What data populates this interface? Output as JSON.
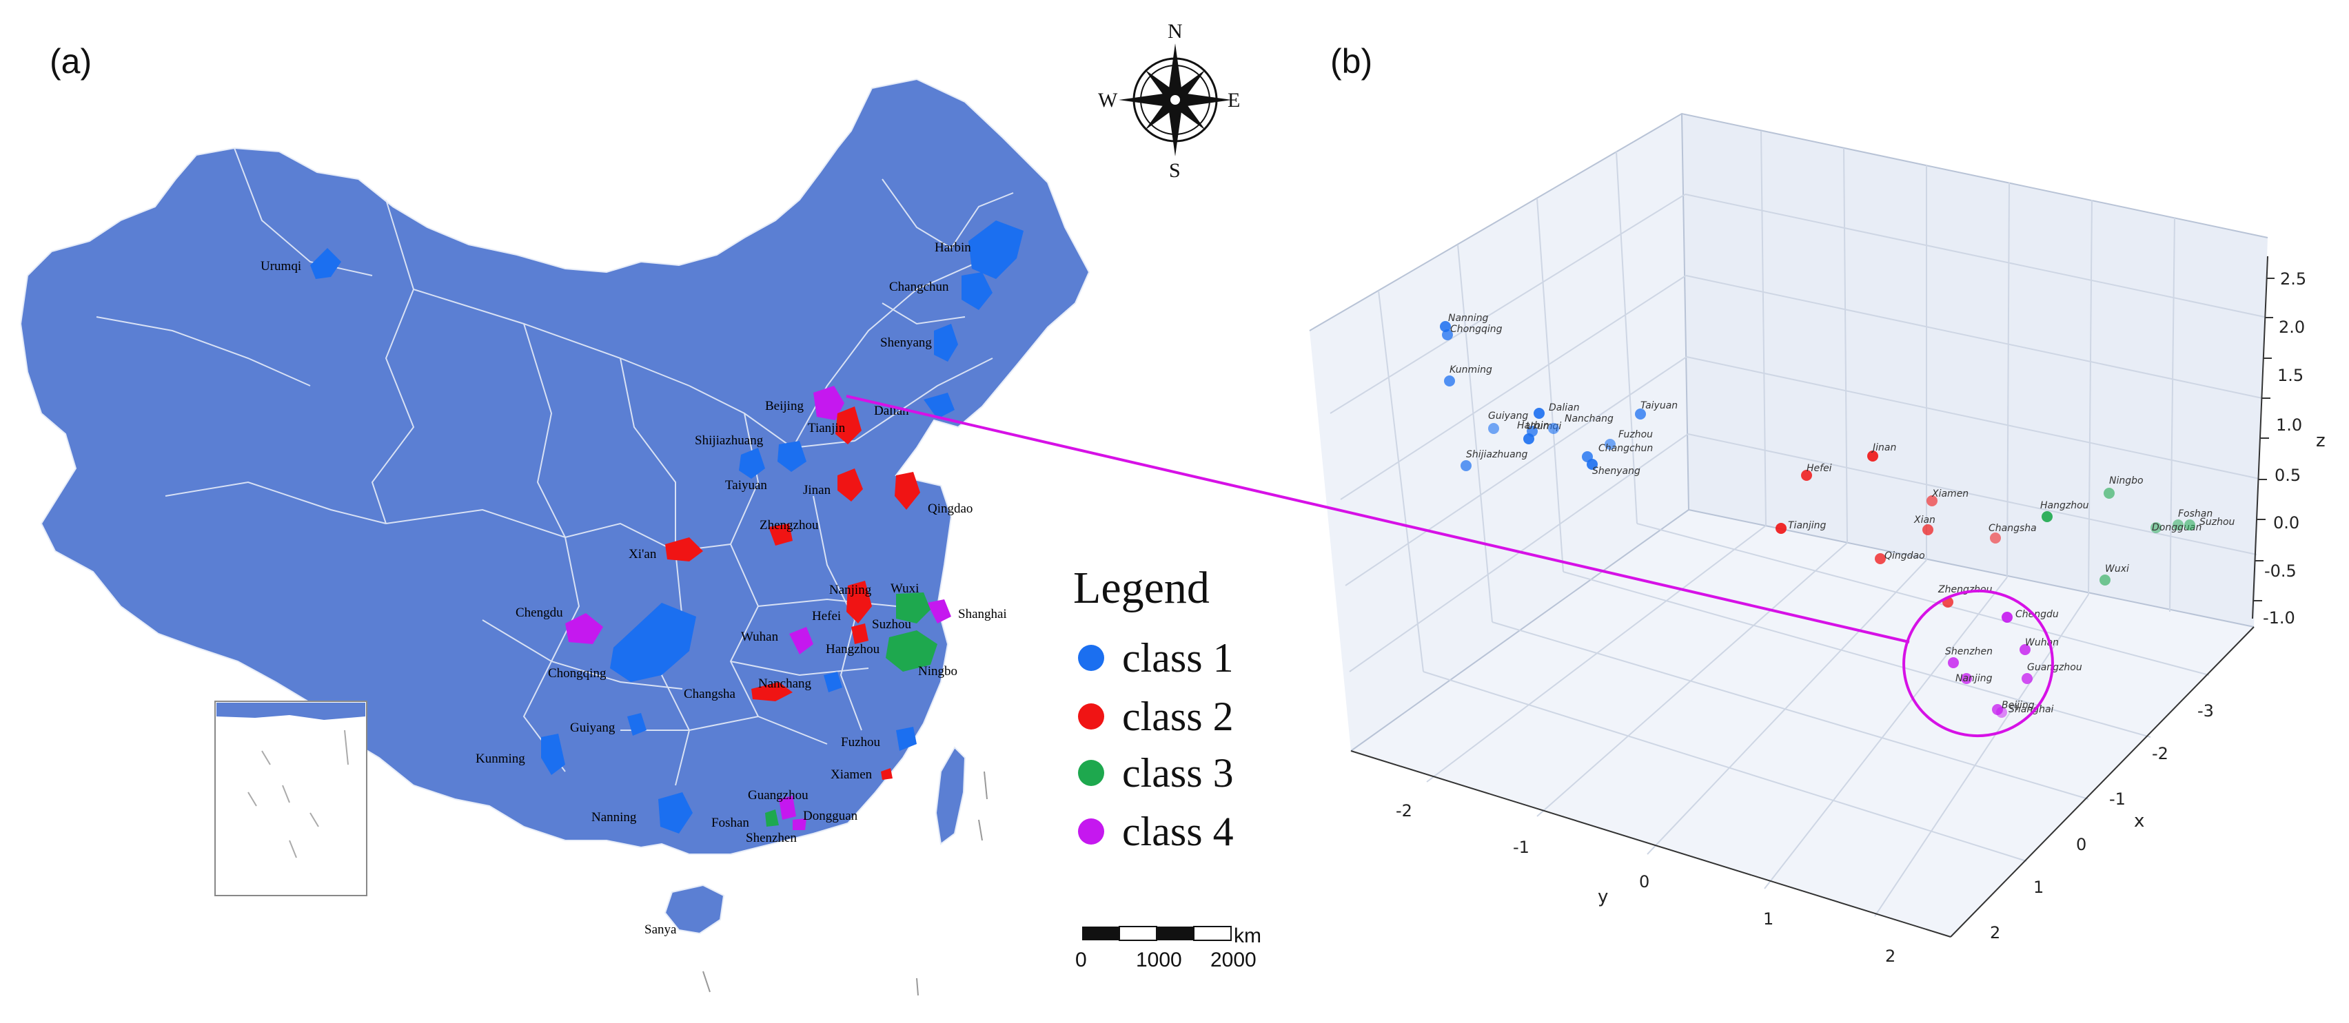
{
  "panel_a_label": "(a)",
  "panel_b_label": "(b)",
  "legend": {
    "title": "Legend",
    "items": [
      {
        "label": "class 1",
        "color": "#1b6ff0"
      },
      {
        "label": "class 2",
        "color": "#f01414"
      },
      {
        "label": "class 3",
        "color": "#1ea84e"
      },
      {
        "label": "class 4",
        "color": "#c518ef"
      }
    ]
  },
  "scale_bar": {
    "unit": "km",
    "ticks": [
      "0",
      "1000",
      "2000"
    ]
  },
  "compass": {
    "n": "N",
    "s": "S",
    "e": "E",
    "w": "W"
  },
  "colors": {
    "base_land": "#5b7fd3",
    "boundary": "#e6ecf8",
    "highlight_line": "#d611e6"
  },
  "map_cities": [
    {
      "name": "Urumqi",
      "class": 1
    },
    {
      "name": "Harbin",
      "class": 1
    },
    {
      "name": "Changchun",
      "class": 1
    },
    {
      "name": "Shenyang",
      "class": 1
    },
    {
      "name": "Beijing",
      "class": 4
    },
    {
      "name": "Dalian",
      "class": 1
    },
    {
      "name": "Tianjin",
      "class": 2
    },
    {
      "name": "Shijiazhuang",
      "class": 1
    },
    {
      "name": "Taiyuan",
      "class": 1
    },
    {
      "name": "Jinan",
      "class": 2
    },
    {
      "name": "Qingdao",
      "class": 2
    },
    {
      "name": "Zhengzhou",
      "class": 2
    },
    {
      "name": "Xi'an",
      "class": 2
    },
    {
      "name": "Nanjing",
      "class": 4
    },
    {
      "name": "Wuxi",
      "class": 3
    },
    {
      "name": "Shanghai",
      "class": 4
    },
    {
      "name": "Suzhou",
      "class": 3
    },
    {
      "name": "Hefei",
      "class": 2
    },
    {
      "name": "Wuhan",
      "class": 4
    },
    {
      "name": "Hangzhou",
      "class": 3
    },
    {
      "name": "Ningbo",
      "class": 3
    },
    {
      "name": "Chengdu",
      "class": 4
    },
    {
      "name": "Chongqing",
      "class": 1
    },
    {
      "name": "Changsha",
      "class": 2
    },
    {
      "name": "Nanchang",
      "class": 2
    },
    {
      "name": "Guiyang",
      "class": 1
    },
    {
      "name": "Kunming",
      "class": 1
    },
    {
      "name": "Fuzhou",
      "class": 1
    },
    {
      "name": "Xiamen",
      "class": 2
    },
    {
      "name": "Guangzhou",
      "class": 4
    },
    {
      "name": "Dongguan",
      "class": 4
    },
    {
      "name": "Foshan",
      "class": 3
    },
    {
      "name": "Shenzhen",
      "class": 4
    },
    {
      "name": "Nanning",
      "class": 1
    },
    {
      "name": "Sanya",
      "class": 1
    }
  ],
  "chart_data": {
    "type": "scatter",
    "title": "",
    "xlabel": "x",
    "ylabel": "y",
    "zlabel": "z",
    "x_ticks": [
      "-3",
      "-2",
      "-1",
      "0",
      "1",
      "2"
    ],
    "y_ticks": [
      "-2",
      "-1",
      "0",
      "1",
      "2"
    ],
    "z_ticks": [
      "-1.0",
      "-0.5",
      "0.0",
      "0.5",
      "1.0",
      "1.5",
      "2.0",
      "2.5"
    ],
    "grid": true,
    "points": [
      {
        "label": "Nanning",
        "class": 1
      },
      {
        "label": "Chongqing",
        "class": 1
      },
      {
        "label": "Kunming",
        "class": 1
      },
      {
        "label": "Guiyang",
        "class": 1
      },
      {
        "label": "Dalian",
        "class": 1
      },
      {
        "label": "Harbin",
        "class": 1
      },
      {
        "label": "Urumqi",
        "class": 1
      },
      {
        "label": "Nanchang",
        "class": 1
      },
      {
        "label": "Taiyuan",
        "class": 1
      },
      {
        "label": "Fuzhou",
        "class": 1
      },
      {
        "label": "Changchun",
        "class": 1
      },
      {
        "label": "Shenyang",
        "class": 1
      },
      {
        "label": "Shijiazhuang",
        "class": 1
      },
      {
        "label": "Jinan",
        "class": 2
      },
      {
        "label": "Hefei",
        "class": 2
      },
      {
        "label": "Xiamen",
        "class": 2
      },
      {
        "label": "Tianjing",
        "class": 2
      },
      {
        "label": "Xian",
        "class": 2
      },
      {
        "label": "Changsha",
        "class": 2
      },
      {
        "label": "Qingdao",
        "class": 2
      },
      {
        "label": "Hangzhou",
        "class": 3
      },
      {
        "label": "Ningbo",
        "class": 3
      },
      {
        "label": "Foshan",
        "class": 3
      },
      {
        "label": "Dongguan",
        "class": 3
      },
      {
        "label": "Suzhou",
        "class": 3
      },
      {
        "label": "Wuxi",
        "class": 3
      },
      {
        "label": "Zhengzhou",
        "class": 2
      },
      {
        "label": "Chengdu",
        "class": 4
      },
      {
        "label": "Shenzhen",
        "class": 4
      },
      {
        "label": "Wuhan",
        "class": 4
      },
      {
        "label": "Guangzhou",
        "class": 4
      },
      {
        "label": "Nanjing",
        "class": 4
      },
      {
        "label": "Beijing",
        "class": 4
      },
      {
        "label": "Shanghai",
        "class": 4
      }
    ]
  }
}
